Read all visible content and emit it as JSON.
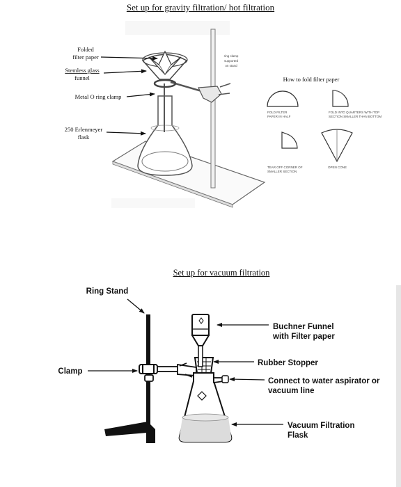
{
  "gravity": {
    "title": "Set up for gravity filtration/ hot filtration",
    "labels": {
      "folded_line1": "Folded",
      "folded_line2": "filter paper",
      "funnel_line1": "Stemless glass",
      "funnel_line2": "funnel",
      "ring_clamp": "Metal O ring clamp",
      "flask_line1": "250 Erlenmeyer",
      "flask_line2": "flask",
      "support_line1": "ring clamp",
      "support_line2": "supported",
      "support_line3": "on stand"
    },
    "fold_guide": {
      "title": "How to fold filter paper",
      "step1_line1": "FOLD FILTER",
      "step1_line2": "PAPER IN HALF",
      "step2_line1": "FOLD INTO QUARTERS WITH TOP",
      "step2_line2": "SECTION SMALLER THAN BOTTOM",
      "step3_line1": "TEAR OFF CORNER OF",
      "step3_line2": "SMALLER SECTION",
      "step4": "OPEN CONE"
    }
  },
  "vacuum": {
    "title": "Set up for vacuum filtration",
    "labels": {
      "ring_stand": "Ring Stand",
      "clamp": "Clamp",
      "buchner_line1": "Buchner Funnel",
      "buchner_line2": "with Filter paper",
      "stopper": "Rubber Stopper",
      "aspirator_line1": "Connect to water aspirator or",
      "aspirator_line2": "vacuum line",
      "flask_line1": "Vacuum Filtration",
      "flask_line2": "Flask"
    }
  }
}
